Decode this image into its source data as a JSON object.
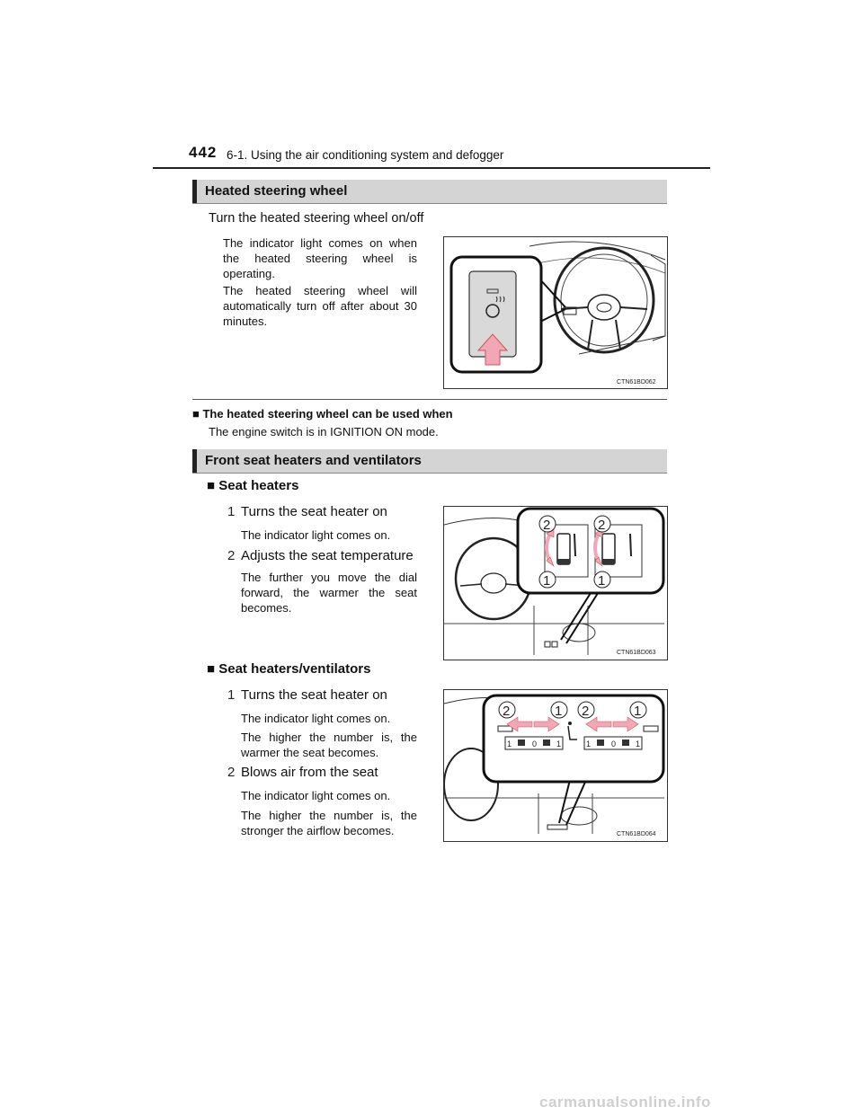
{
  "header": {
    "page_number": "442",
    "running_title": "6-1. Using the air conditioning system and defogger"
  },
  "section1": {
    "title": "Heated steering wheel",
    "lead": "Turn the heated steering wheel on/off",
    "para1": "The indicator light comes on when the heated steering wheel is operating.",
    "para2": "The heated steering wheel will automatically turn off after about 30 minutes.",
    "figure_code": "CTN61BD062"
  },
  "note": {
    "heading": "The heated steering wheel can be used when",
    "text": "The engine switch is in IGNITION ON mode."
  },
  "section2": {
    "title": "Front seat heaters and ventilators",
    "sub1": {
      "heading": "Seat heaters",
      "step1_num": "1",
      "step1_title": "Turns the seat heater on",
      "step1_text": "The indicator light comes on.",
      "step2_num": "2",
      "step2_title": "Adjusts the seat temperature",
      "step2_text": "The further you move the dial forward, the warmer the seat becomes.",
      "figure_code": "CTN61BD063",
      "callouts": [
        "2",
        "2",
        "1",
        "1"
      ]
    },
    "sub2": {
      "heading": "Seat heaters/ventilators",
      "step1_num": "1",
      "step1_title": "Turns the seat heater on",
      "step1_text1": "The indicator light comes on.",
      "step1_text2": "The higher the number is, the warmer the seat becomes.",
      "step2_num": "2",
      "step2_title": "Blows air from the seat",
      "step2_text1": "The indicator light comes on.",
      "step2_text2": "The higher the number is, the stronger the airflow becomes.",
      "figure_code": "CTN61BD064",
      "callouts": [
        "2",
        "1",
        "2",
        "1"
      ],
      "switch_labels": [
        "1",
        "0",
        "1"
      ]
    }
  },
  "footer": {
    "watermark": "carmanualsonline.info"
  },
  "colors": {
    "arrow_pink": "#f2a7b6",
    "section_bar": "#d4d4d4",
    "watermark": "#cfcfcf"
  }
}
